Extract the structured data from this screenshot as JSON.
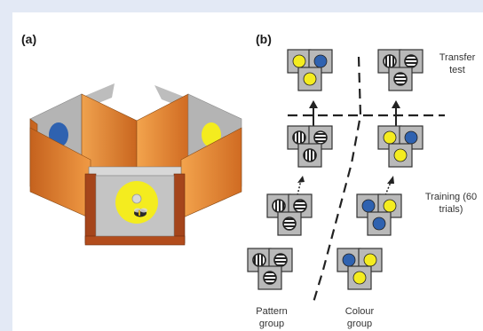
{
  "panel_a": {
    "label": "(a)"
  },
  "panel_b": {
    "label": "(b)",
    "transfer_test": "Transfer test",
    "training": "Training (60 trials)",
    "pattern_group": "Pattern group",
    "colour_group": "Colour group"
  },
  "colors": {
    "orange": "#e8862a",
    "blue": "#2f62b0",
    "yellow": "#f4ec1f",
    "grey": "#b9b9b9"
  }
}
